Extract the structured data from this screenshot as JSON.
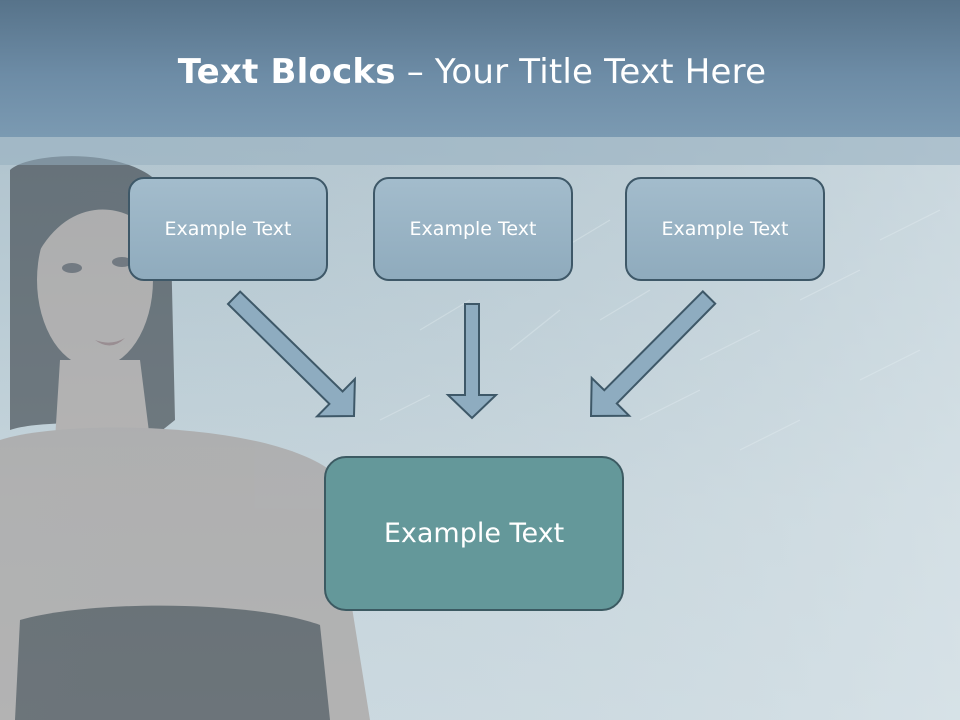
{
  "title": {
    "bold": "Text Blocks",
    "dash": "–",
    "rest": "Your Title Text Here"
  },
  "blocks": {
    "top_left": "Example Text",
    "top_center": "Example Text",
    "top_right": "Example Text",
    "bottom": "Example Text"
  },
  "colors": {
    "header": "#6d8ca6",
    "small_box": "#97b2c4",
    "big_box": "#64989a",
    "arrow": "#8eacc0",
    "outline": "#3e5868"
  }
}
